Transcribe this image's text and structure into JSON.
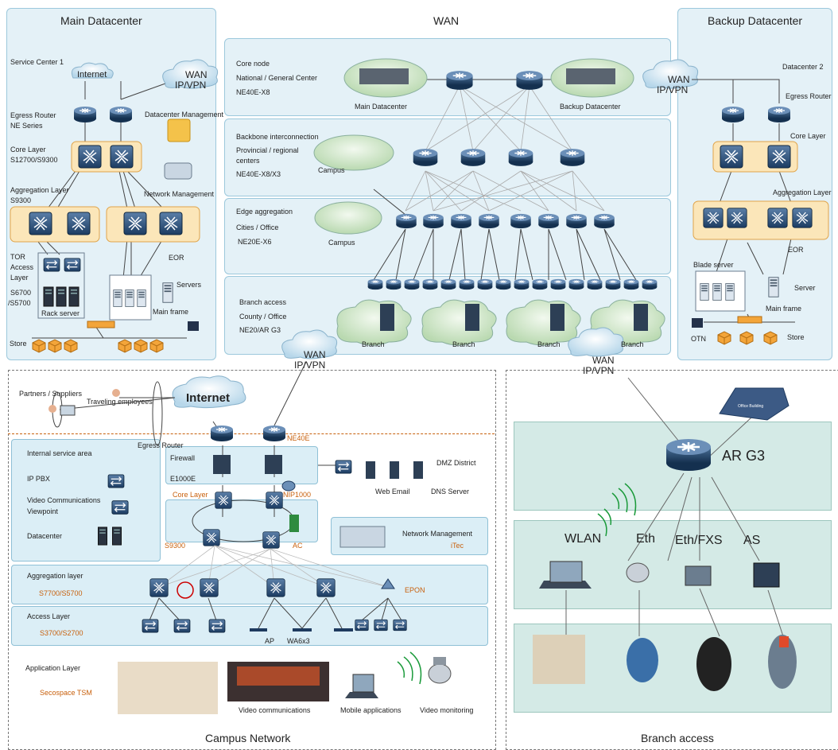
{
  "regions": {
    "main_datacenter": "Main Datacenter",
    "wan": "WAN",
    "backup_datacenter": "Backup Datacenter",
    "campus_network": "Campus Network",
    "branch_access": "Branch access"
  },
  "main_dc": {
    "service_center": "Service Center 1",
    "internet": "Internet",
    "wan_line1": "WAN",
    "wan_line2": "IP/VPN",
    "egress_line1": "Egress Router",
    "egress_line2": "NE Series",
    "dc_mgmt": "Datacenter Management",
    "core_line1": "Core Layer",
    "core_line2": "S12700/S9300",
    "agg_line1": "Aggregation Layer",
    "agg_line2": "S9300",
    "net_mgmt": "Network Management",
    "tor_line1": "TOR",
    "tor_line2": "Access",
    "tor_line3": "Layer",
    "tor_line4": "S6700",
    "tor_line5": "/S5700",
    "eor": "EOR",
    "servers": "Servers",
    "main_frame": "Main frame",
    "rack_server": "Rack server",
    "store": "Store"
  },
  "wan_tiers": {
    "core_line1": "Core node",
    "core_line2": "National / General Center",
    "core_line3": "NE40E-X8",
    "main_dc": "Main Datacenter",
    "backup_dc": "Backup Datacenter",
    "backbone_line1": "Backbone interconnection",
    "backbone_line2": "Provincial / regional",
    "backbone_line3": "centers",
    "backbone_line4": "NE40E-X8/X3",
    "campus": "Campus",
    "edge_line1": "Edge aggregation",
    "edge_line2": "Cities / Office",
    "edge_line3": "NE20E-X6",
    "branch_line1": "Branch access",
    "branch_line2": "County / Office",
    "branch_line3": "NE20/AR G3",
    "branch": "Branch"
  },
  "backup_dc": {
    "datacenter2": "Datacenter 2",
    "wan_line1": "WAN",
    "wan_line2": "IP/VPN",
    "egress": "Egress Router",
    "core": "Core Layer",
    "agg": "Aggregation Layer",
    "eor": "EOR",
    "blade": "Blade server",
    "server": "Server",
    "main_frame": "Main frame",
    "otn": "OTN",
    "store": "Store"
  },
  "campus": {
    "wan_line1": "WAN",
    "wan_line2": "IP/VPN",
    "partners": "Partners / Suppliers",
    "traveling": "Traveling employees",
    "internet": "Internet",
    "egress": "Egress Router",
    "ne40e": "NE40E",
    "internal_area": "Internal service area",
    "ip_pbx": "IP PBX",
    "video_comm_line1": "Video Communications",
    "video_comm_line2": "Viewpoint",
    "datacenter": "Datacenter",
    "firewall": "Firewall",
    "e1000e": "E1000E",
    "dmz": "DMZ District",
    "web_email": "Web Email",
    "dns_server": "DNS Server",
    "nip1000": "NIP1000",
    "core_layer": "Core Layer",
    "s9300": "S9300",
    "ac": "AC",
    "net_mgmt": "Network Management",
    "itec": "iTec",
    "agg_layer": "Aggregation layer",
    "agg_model": "S7700/S5700",
    "epon": "EPON",
    "access_layer": "Access Layer",
    "access_model": "S3700/S2700",
    "ap": "AP",
    "wa6x3": "WA6x3",
    "app_layer": "Application Layer",
    "secospace": "Secospace TSM",
    "video_comms": "Video communications",
    "mobile_apps": "Mobile applications",
    "video_monitoring": "Video monitoring"
  },
  "branch": {
    "wan_line1": "WAN",
    "wan_line2": "IP/VPN",
    "office_building": "Office Building",
    "ar_g3": "AR G3",
    "wlan": "WLAN",
    "eth": "Eth",
    "eth_fxs": "Eth/FXS",
    "as": "AS"
  },
  "colors": {
    "panel": "#e4f1f7",
    "router": "#1e3a5f",
    "orange": "#c8600c",
    "green": "#d4eae6"
  }
}
